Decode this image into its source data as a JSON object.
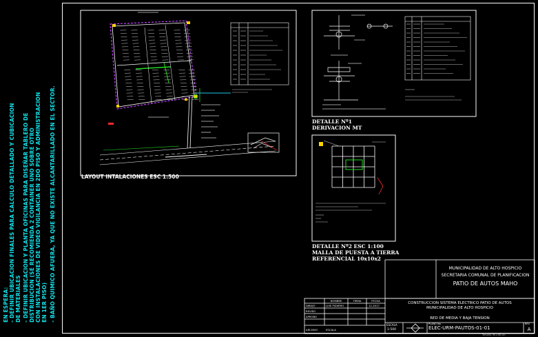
{
  "side_notes": {
    "heading": "EN ESPERA:",
    "items": [
      "- DEFINIR UBICACION FINALES PARA CALCULO DETALLADO Y CUBICACION",
      "  DE MATERIALES",
      "- DEFINIR UBICACION Y PLANTA OFICINAS PARA DISEÑAR TABLERO DE",
      "  DISTRIBUCION (SE RECOMIENDA 2 CONTAINER UNO SOBRE OTRO",
      "  CON INSTALACIONES DE VIDEO VIGILANCIA EN 2DO PISO Y ADMINISTRACION",
      "  EN 1ER PISO)",
      "- BAÑO QUIMICO AFUERA, YA QUE NO EXISTE ALCANTARILLADO EN EL SECTOR."
    ]
  },
  "panels": {
    "layout": {
      "title": "LAYOUT INTALACIONES ESC 1:500"
    },
    "detail1": {
      "title_line1": "DETALLE Nº1",
      "title_line2": "DERIVACION MT"
    },
    "detail2": {
      "title_line1": "DETALLE Nº2 ESC 1:100",
      "title_line2": "MALLA DE PUESTA A TIERRA",
      "title_line3": "REFERENCIAL 10x10x2"
    }
  },
  "title_block": {
    "municipality": "MUNICIPALIDAD DE ALTO HOSPICIO",
    "department": "SECRETARIA COMUNAL DE PLANIFICACION",
    "project": "PATIO DE AUTOS MAHO",
    "construction_line1": "CONSTRUCCION SISTEMA ELECTRICO PATIO DE AUTOS",
    "construction_line2": "MUNICIPALIDAD DE ALTO HOSPICIO",
    "drawing_title": "RED DE MEDIA Y BAJA TENSION",
    "drawing_code": "ELEC-URM-PAUTOS-01-01",
    "revision": "A",
    "scale_label": "ESCALA",
    "scale_value": "1:500",
    "plan_label": "PLANO No.",
    "rev_label": "REV",
    "table_headers": [
      "NOMBRE",
      "FIRMA",
      "FECHA"
    ],
    "table_rows": [
      {
        "role": "DIBUJO",
        "name": "LUIS PIZARRO",
        "date": "12-2017"
      },
      {
        "role": "REVISO",
        "name": "",
        "date": ""
      },
      {
        "role": "APROBO",
        "name": "",
        "date": ""
      },
      {
        "role": "",
        "name": "",
        "date": ""
      }
    ],
    "footer_left": "ARCHIVO",
    "footer_mid": "ESCALA",
    "footnote": "Tamaño: 90 x 60 cm"
  }
}
